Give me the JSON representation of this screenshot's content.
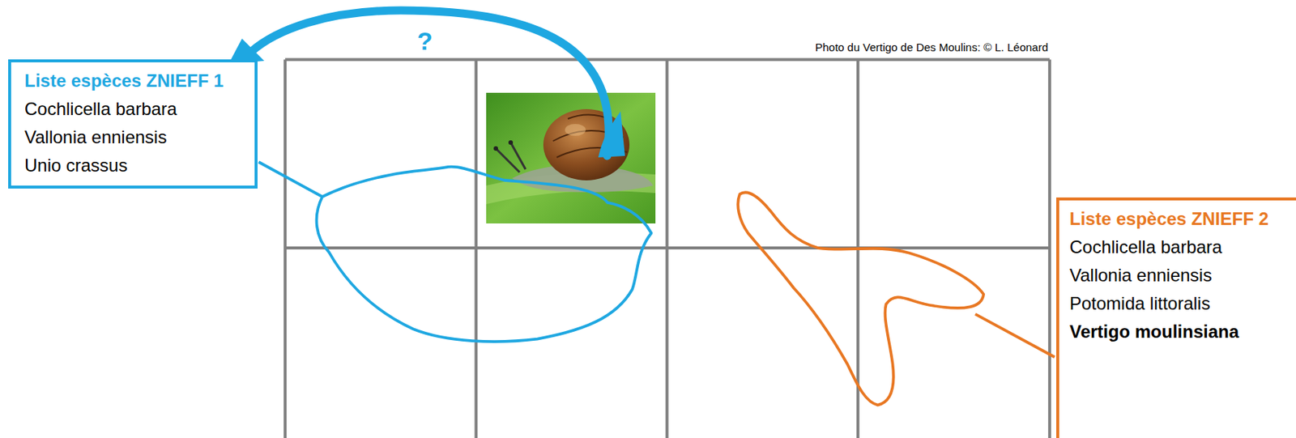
{
  "diagram": {
    "nodes": [
      {
        "text": [
          "Liste espèces ZNIEFF 1",
          "Cochlicella barbara",
          "Vallonia enniensis",
          "Unio crassus"
        ]
      },
      {
        "text": [
          "Liste espèces ZNIEFF 2",
          "Cochlicella barbara",
          "Vallonia enniensis",
          "Potomida littoralis",
          "Vertigo moulinsiana"
        ]
      }
    ],
    "labels": [
      "?",
      "Photo du Vertigo de Des Moulins: © L. Léonard"
    ]
  }
}
